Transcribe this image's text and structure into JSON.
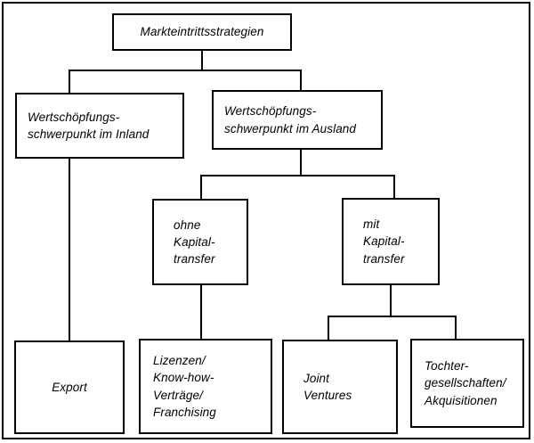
{
  "figure": {
    "title": "Markteintrittsstrategien",
    "type": "hierarchy-tree-diagram",
    "language": "de",
    "border_color": "#000000",
    "background_color": "#ffffff",
    "text_style": "italic"
  },
  "nodes": {
    "root": {
      "id": "markteintrittsstrategien",
      "label": "Markteintrittsstrategien",
      "level": 0
    },
    "inland": {
      "id": "wertschoepfungsschwerpunkt-inland",
      "label": "Wertschöpfungs-\nschwerpunkt im Inland",
      "level": 1
    },
    "ausland": {
      "id": "wertschoepfungsschwerpunkt-ausland",
      "label": "Wertschöpfungs-\nschwerpunkt im Ausland",
      "level": 1
    },
    "ohne_kapitaltransfer": {
      "id": "ohne-kapitaltransfer",
      "label": "ohne\nKapital-\ntransfer",
      "level": 2
    },
    "mit_kapitaltransfer": {
      "id": "mit-kapitaltransfer",
      "label": "mit\nKapital-\ntransfer",
      "level": 2
    },
    "export": {
      "id": "export",
      "label": "Export",
      "level": 3
    },
    "lizenzen": {
      "id": "lizenzen-knowhow-vertraege-franchising",
      "label": "Lizenzen/\nKnow-how-\nVerträge/\nFranchising",
      "level": 3
    },
    "joint_ventures": {
      "id": "joint-ventures",
      "label": "Joint\nVentures",
      "level": 3
    },
    "tochtergesellschaften": {
      "id": "tochtergesellschaften-akquisitionen",
      "label": "Tochter-\ngesellschaften/\nAkquisitionen",
      "level": 3
    }
  },
  "edges": [
    {
      "from": "root",
      "to": "inland"
    },
    {
      "from": "root",
      "to": "ausland"
    },
    {
      "from": "inland",
      "to": "export"
    },
    {
      "from": "ausland",
      "to": "ohne_kapitaltransfer"
    },
    {
      "from": "ausland",
      "to": "mit_kapitaltransfer"
    },
    {
      "from": "ohne_kapitaltransfer",
      "to": "lizenzen"
    },
    {
      "from": "mit_kapitaltransfer",
      "to": "joint_ventures"
    },
    {
      "from": "mit_kapitaltransfer",
      "to": "tochtergesellschaften"
    }
  ]
}
